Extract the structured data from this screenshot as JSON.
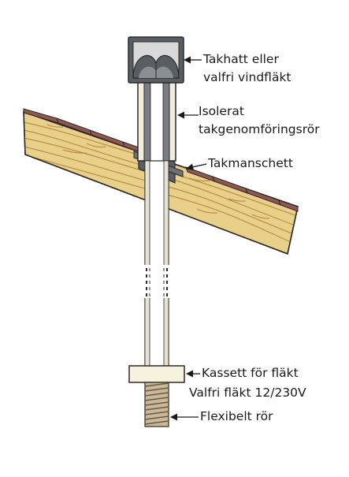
{
  "labels": {
    "roof_cap_line1": "Takhatt eller",
    "roof_cap_line2": "valfri vindfläkt",
    "insulated_pipe_line1": "Isolerat",
    "insulated_pipe_line2": "takgenomföringsrör",
    "roof_flashing": "Takmanschett",
    "fan_cassette_line1": "Kassett för fläkt",
    "fan_cassette_line2": "Valfri fläkt 12/230V",
    "flexible_pipe": "Flexibelt rör"
  },
  "colors": {
    "wood": "#e8cf8a",
    "wood_grain": "#b98f45",
    "roof_tile": "#8a5a52",
    "cap_frame": "#5a5d62",
    "cap_inner": "#d9d9d9",
    "pipe_wall": "#7a7d82",
    "insulation": "#f1eedf",
    "cassette": "#f6f2de",
    "outline": "#2a2a2a"
  }
}
